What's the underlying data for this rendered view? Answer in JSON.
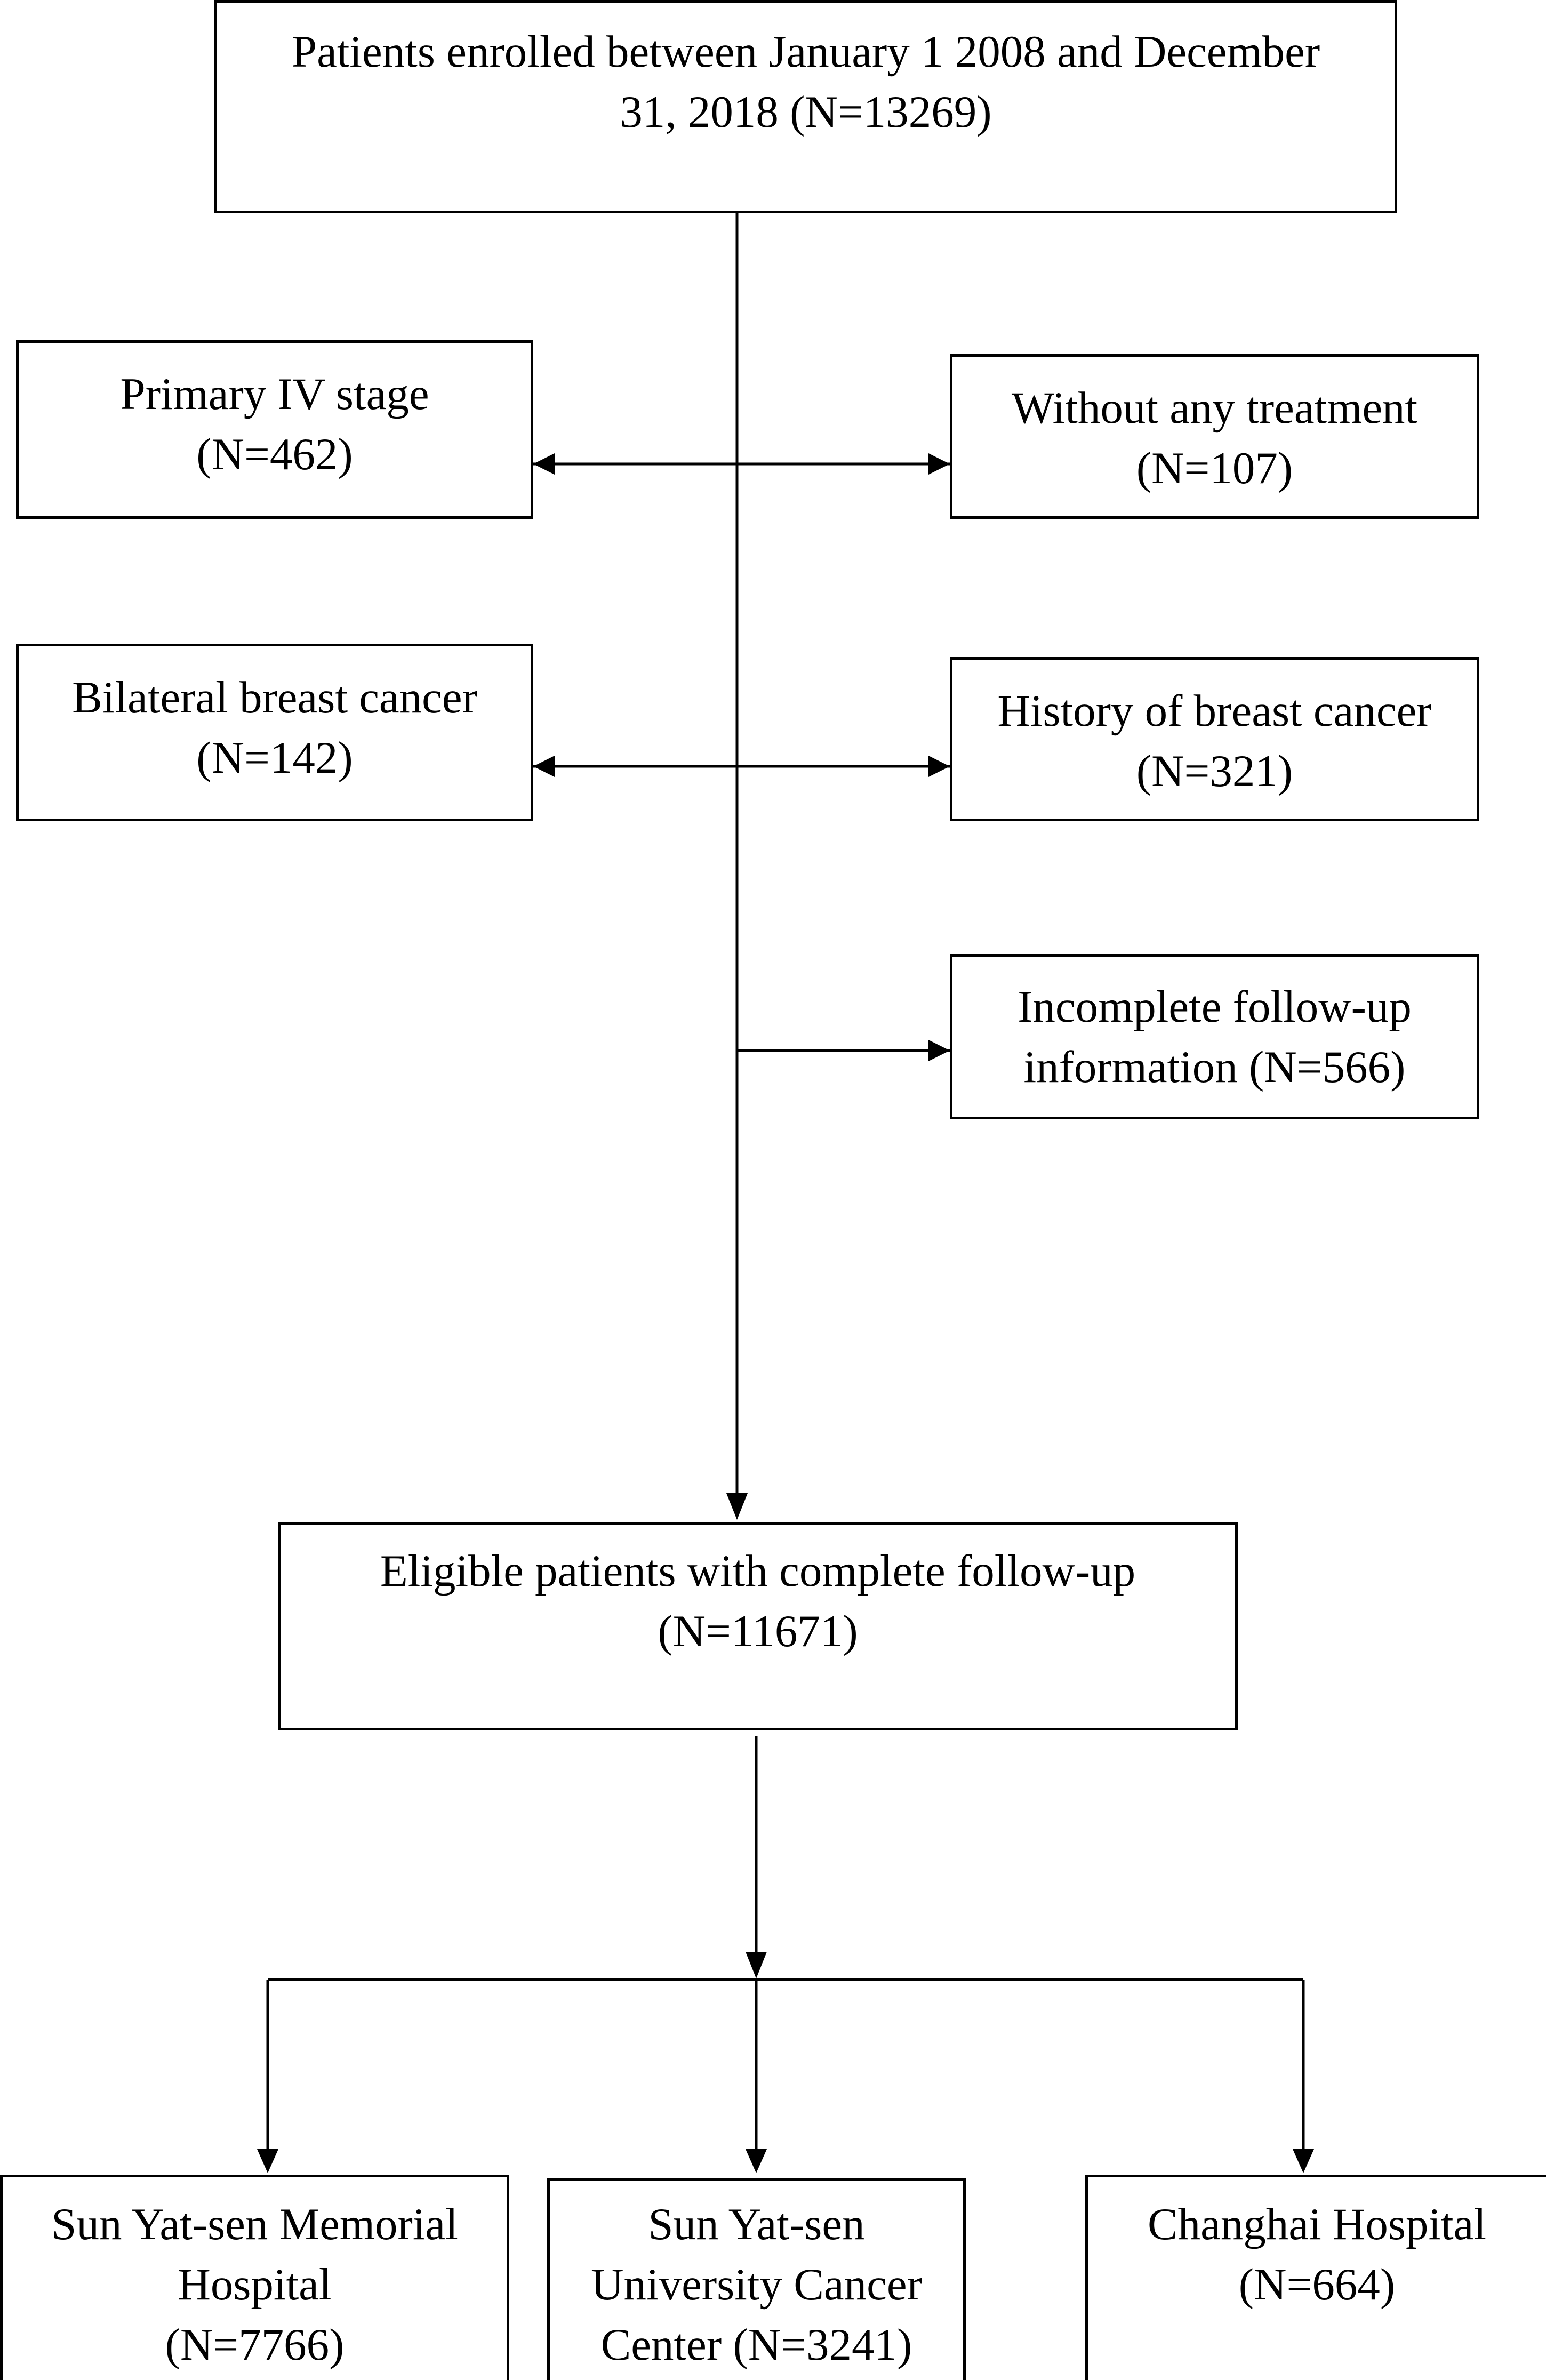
{
  "top": {
    "line1": "Patients enrolled between January 1 2008 and December",
    "line2": "31, 2018 (N=13269)"
  },
  "exclusions": {
    "primary_iv": {
      "label": "Primary IV stage",
      "count": "(N=462)"
    },
    "without_treatment": {
      "label": "Without any treatment",
      "count": "(N=107)"
    },
    "bilateral": {
      "label": "Bilateral breast cancer",
      "count": "(N=142)"
    },
    "history": {
      "label": "History of breast cancer",
      "count": "(N=321)"
    },
    "incomplete": {
      "line1": "Incomplete follow-up",
      "line2": "information (N=566)"
    }
  },
  "eligible": {
    "line1": "Eligible patients with complete follow-up",
    "line2": "(N=11671)"
  },
  "centers": {
    "sysmh": {
      "line1": "Sun Yat-sen Memorial",
      "line2": "Hospital",
      "line3": "(N=7766)"
    },
    "sysucc": {
      "line1": "Sun Yat-sen",
      "line2": "University Cancer",
      "line3": "Center (N=3241)"
    },
    "changhai": {
      "line1": "Changhai Hospital",
      "line2": "(N=664)"
    }
  }
}
